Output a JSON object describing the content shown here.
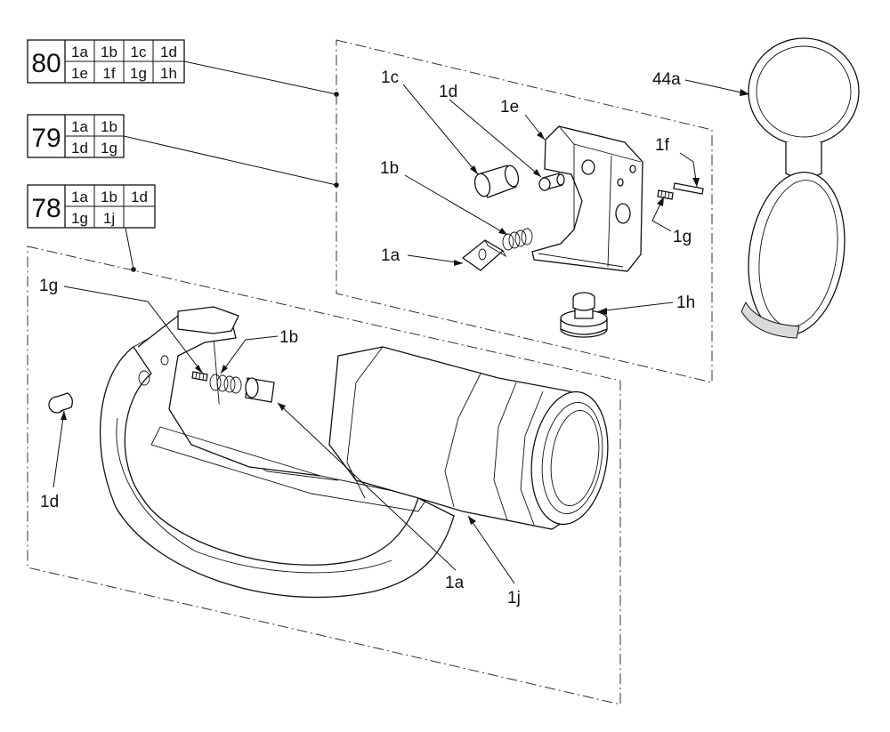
{
  "tables": [
    {
      "number": "80",
      "cells": [
        [
          "1a",
          "1b",
          "1c",
          "1d"
        ],
        [
          "1e",
          "1f",
          "1g",
          "1h"
        ]
      ]
    },
    {
      "number": "79",
      "cells": [
        [
          "1a",
          "1b"
        ],
        [
          "1d",
          "1g"
        ]
      ]
    },
    {
      "number": "78",
      "cells": [
        [
          "1a",
          "1b",
          "1d"
        ],
        [
          "1g",
          "1j",
          ""
        ]
      ]
    }
  ],
  "callouts": {
    "c_44a": "44a",
    "c_1c": "1c",
    "c_1d_top": "1d",
    "c_1e": "1e",
    "c_1f": "1f",
    "c_1b_top": "1b",
    "c_1g_top": "1g",
    "c_1a_top": "1a",
    "c_1h": "1h",
    "c_1g_bottom": "1g",
    "c_1b_bottom": "1b",
    "c_1d_bottom": "1d",
    "c_1a_bottom": "1a",
    "c_1j": "1j"
  }
}
